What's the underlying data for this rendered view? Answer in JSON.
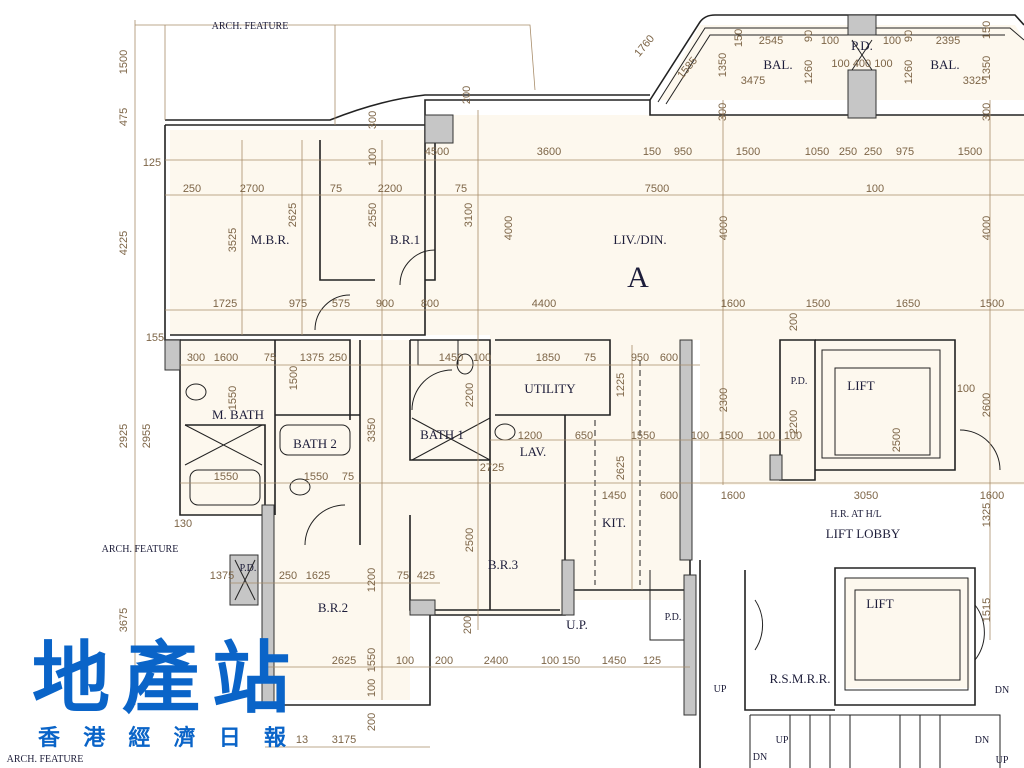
{
  "rooms": {
    "mbr": "M.B.R.",
    "br1": "B.R.1",
    "livdin": "LIV./DIN.",
    "unit": "A",
    "bal_left": "BAL.",
    "bal_right": "BAL.",
    "pd_top": "P.D.",
    "utility": "UTILITY",
    "mbath": "M. BATH",
    "bath2": "BATH 2",
    "bath1": "BATH 1",
    "lav": "LAV.",
    "kit": "KIT.",
    "br3": "B.R.3",
    "br2": "B.R.2",
    "lift1": "LIFT",
    "lift2": "LIFT",
    "pd_lift": "P.D.",
    "hr": "H.R. AT H/L",
    "lift_lobby": "LIFT LOBBY",
    "rsmrr": "R.S.M.R.R.",
    "up_room": "U.P.",
    "pd_left": "P.D.",
    "pd_kit": "P.D.",
    "arch_top": "ARCH. FEATURE",
    "arch_mid": "ARCH. FEATURE",
    "arch_bottom": "ARCH. FEATURE",
    "up1": "UP",
    "up2": "UP",
    "dn1": "DN",
    "dn2": "DN",
    "dn3": "DN",
    "up3": "UP"
  },
  "dimensions": [
    "3600",
    "150",
    "950",
    "1500",
    "1050",
    "250",
    "250",
    "975",
    "1500",
    "4500",
    "250",
    "2700",
    "75",
    "2200",
    "75",
    "7500",
    "100",
    "1725",
    "975",
    "575",
    "900",
    "800",
    "4400",
    "1600",
    "1500",
    "1650",
    "1500",
    "300",
    "1600",
    "75",
    "1375",
    "250",
    "1450",
    "100",
    "1850",
    "75",
    "950",
    "600",
    "1550",
    "1550",
    "75",
    "2725",
    "1450",
    "600",
    "1600",
    "3050",
    "1600",
    "1200",
    "650",
    "1550",
    "100",
    "1500",
    "100",
    "100",
    "1375",
    "250",
    "1625",
    "75",
    "425",
    "2625",
    "100",
    "200",
    "2400",
    "100",
    "150",
    "1450",
    "125",
    "3175",
    "13",
    "2545",
    "100",
    "100",
    "2395",
    "3475",
    "3325",
    "100 400 100",
    "90",
    "90",
    "150",
    "150",
    "1500",
    "475",
    "125",
    "4225",
    "2925",
    "2955",
    "3675",
    "155",
    "130",
    "3525",
    "2625",
    "2550",
    "3100",
    "4000",
    "4000",
    "4000",
    "1500",
    "1550",
    "3350",
    "2200",
    "2300",
    "2500",
    "2625",
    "2600",
    "2500",
    "1200",
    "1550",
    "100",
    "200",
    "200",
    "1225",
    "1350",
    "1260",
    "1260",
    "1350",
    "1585",
    "1760",
    "200",
    "300",
    "100",
    "300",
    "300",
    "2200",
    "1325",
    "1515",
    "200",
    "100"
  ],
  "logo": {
    "main": "地產站",
    "sub": "香港經濟日報"
  },
  "colors": {
    "floor": "#fdf8ee",
    "dimension": "#7d6547",
    "logo": "#0a64c8"
  }
}
